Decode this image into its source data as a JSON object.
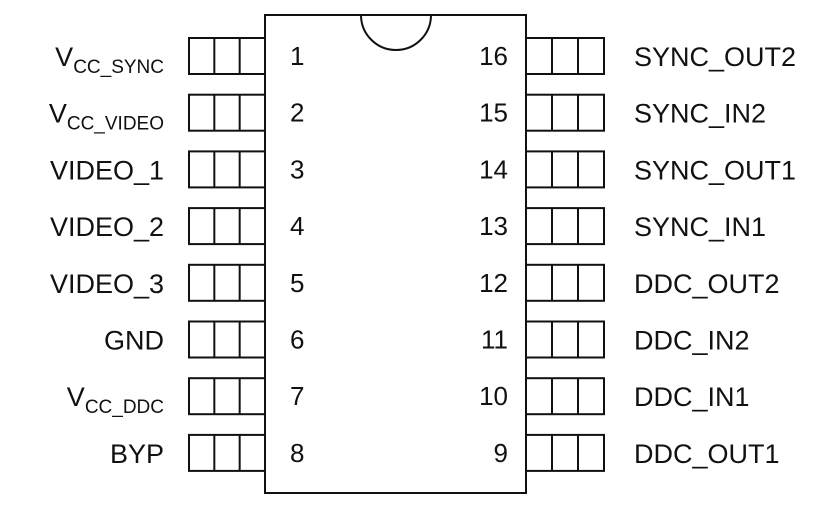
{
  "left_pins": [
    {
      "number": "1",
      "name_main": "V",
      "name_sub": "CC_SYNC"
    },
    {
      "number": "2",
      "name_main": "V",
      "name_sub": "CC_VIDEO"
    },
    {
      "number": "3",
      "name_main": "VIDEO_1",
      "name_sub": ""
    },
    {
      "number": "4",
      "name_main": "VIDEO_2",
      "name_sub": ""
    },
    {
      "number": "5",
      "name_main": "VIDEO_3",
      "name_sub": ""
    },
    {
      "number": "6",
      "name_main": "GND",
      "name_sub": ""
    },
    {
      "number": "7",
      "name_main": "V",
      "name_sub": "CC_DDC"
    },
    {
      "number": "8",
      "name_main": "BYP",
      "name_sub": ""
    }
  ],
  "right_pins": [
    {
      "number": "16",
      "name": "SYNC_OUT2"
    },
    {
      "number": "15",
      "name": "SYNC_IN2"
    },
    {
      "number": "14",
      "name": "SYNC_OUT1"
    },
    {
      "number": "13",
      "name": "SYNC_IN1"
    },
    {
      "number": "12",
      "name": "DDC_OUT2"
    },
    {
      "number": "11",
      "name": "DDC_IN2"
    },
    {
      "number": "10",
      "name": "DDC_IN1"
    },
    {
      "number": "9",
      "name": "DDC_OUT1"
    }
  ]
}
